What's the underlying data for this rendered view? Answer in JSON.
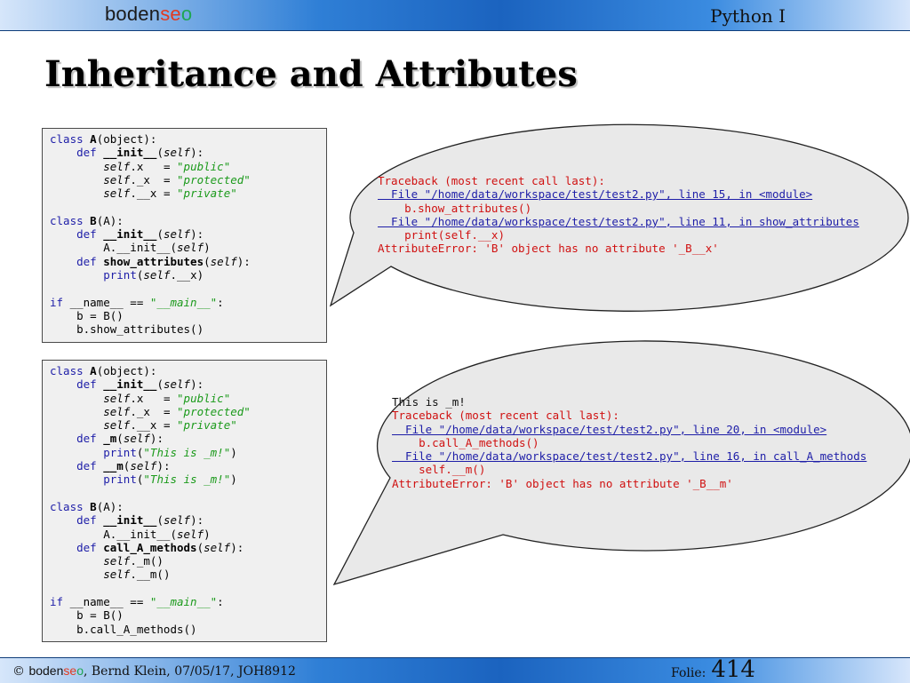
{
  "header": {
    "logo_part1": "boden",
    "logo_part2": "se",
    "logo_part3": "o",
    "title": "Python I"
  },
  "slide": {
    "title": "Inheritance and Attributes"
  },
  "code1": [
    [
      [
        "class ",
        "kw"
      ],
      [
        "A",
        "bo"
      ],
      [
        "(object):",
        ""
      ]
    ],
    [
      [
        "    ",
        ""
      ],
      [
        "def ",
        "kw"
      ],
      [
        "__init__",
        "bo"
      ],
      [
        "(",
        ""
      ],
      [
        "self",
        "it"
      ],
      [
        "):",
        ""
      ]
    ],
    [
      [
        "        ",
        ""
      ],
      [
        "self",
        "it"
      ],
      [
        ".x   = ",
        ""
      ],
      [
        "\"public\"",
        "str"
      ]
    ],
    [
      [
        "        ",
        ""
      ],
      [
        "self",
        "it"
      ],
      [
        "._x  = ",
        ""
      ],
      [
        "\"protected\"",
        "str"
      ]
    ],
    [
      [
        "        ",
        ""
      ],
      [
        "self",
        "it"
      ],
      [
        ".__x = ",
        ""
      ],
      [
        "\"private\"",
        "str"
      ]
    ],
    [
      [
        "",
        ""
      ]
    ],
    [
      [
        "class ",
        "kw"
      ],
      [
        "B",
        "bo"
      ],
      [
        "(A):",
        ""
      ]
    ],
    [
      [
        "    ",
        ""
      ],
      [
        "def ",
        "kw"
      ],
      [
        "__init__",
        "bo"
      ],
      [
        "(",
        ""
      ],
      [
        "self",
        "it"
      ],
      [
        "):",
        ""
      ]
    ],
    [
      [
        "        A.__init__(",
        ""
      ],
      [
        "self",
        "it"
      ],
      [
        ")",
        ""
      ]
    ],
    [
      [
        "    ",
        ""
      ],
      [
        "def ",
        "kw"
      ],
      [
        "show_attributes",
        "bo"
      ],
      [
        "(",
        ""
      ],
      [
        "self",
        "it"
      ],
      [
        "):",
        ""
      ]
    ],
    [
      [
        "        ",
        ""
      ],
      [
        "print",
        "bi"
      ],
      [
        "(",
        ""
      ],
      [
        "self",
        "it"
      ],
      [
        ".__x)",
        ""
      ]
    ],
    [
      [
        "",
        ""
      ]
    ],
    [
      [
        "if ",
        "kw"
      ],
      [
        "__name__ == ",
        ""
      ],
      [
        "\"__main__\"",
        "str"
      ],
      [
        ":",
        ""
      ]
    ],
    [
      [
        "    b = B()",
        ""
      ]
    ],
    [
      [
        "    b.show_attributes()",
        ""
      ]
    ]
  ],
  "code2": [
    [
      [
        "class ",
        "kw"
      ],
      [
        "A",
        "bo"
      ],
      [
        "(object):",
        ""
      ]
    ],
    [
      [
        "    ",
        ""
      ],
      [
        "def ",
        "kw"
      ],
      [
        "__init__",
        "bo"
      ],
      [
        "(",
        ""
      ],
      [
        "self",
        "it"
      ],
      [
        "):",
        ""
      ]
    ],
    [
      [
        "        ",
        ""
      ],
      [
        "self",
        "it"
      ],
      [
        ".x   = ",
        ""
      ],
      [
        "\"public\"",
        "str"
      ]
    ],
    [
      [
        "        ",
        ""
      ],
      [
        "self",
        "it"
      ],
      [
        "._x  = ",
        ""
      ],
      [
        "\"protected\"",
        "str"
      ]
    ],
    [
      [
        "        ",
        ""
      ],
      [
        "self",
        "it"
      ],
      [
        ".__x = ",
        ""
      ],
      [
        "\"private\"",
        "str"
      ]
    ],
    [
      [
        "    ",
        ""
      ],
      [
        "def ",
        "kw"
      ],
      [
        "_m",
        "bo"
      ],
      [
        "(",
        ""
      ],
      [
        "self",
        "it"
      ],
      [
        "):",
        ""
      ]
    ],
    [
      [
        "        ",
        ""
      ],
      [
        "print",
        "bi"
      ],
      [
        "(",
        ""
      ],
      [
        "\"This is _m!\"",
        "str"
      ],
      [
        ")",
        ""
      ]
    ],
    [
      [
        "    ",
        ""
      ],
      [
        "def ",
        "kw"
      ],
      [
        "__m",
        "bo"
      ],
      [
        "(",
        ""
      ],
      [
        "self",
        "it"
      ],
      [
        "):",
        ""
      ]
    ],
    [
      [
        "        ",
        ""
      ],
      [
        "print",
        "bi"
      ],
      [
        "(",
        ""
      ],
      [
        "\"This is _m!\"",
        "str"
      ],
      [
        ")",
        ""
      ]
    ],
    [
      [
        "",
        ""
      ]
    ],
    [
      [
        "class ",
        "kw"
      ],
      [
        "B",
        "bo"
      ],
      [
        "(A):",
        ""
      ]
    ],
    [
      [
        "    ",
        ""
      ],
      [
        "def ",
        "kw"
      ],
      [
        "__init__",
        "bo"
      ],
      [
        "(",
        ""
      ],
      [
        "self",
        "it"
      ],
      [
        "):",
        ""
      ]
    ],
    [
      [
        "        A.__init__(",
        ""
      ],
      [
        "self",
        "it"
      ],
      [
        ")",
        ""
      ]
    ],
    [
      [
        "    ",
        ""
      ],
      [
        "def ",
        "kw"
      ],
      [
        "call_A_methods",
        "bo"
      ],
      [
        "(",
        ""
      ],
      [
        "self",
        "it"
      ],
      [
        "):",
        ""
      ]
    ],
    [
      [
        "        ",
        ""
      ],
      [
        "self",
        "it"
      ],
      [
        "._m()",
        ""
      ]
    ],
    [
      [
        "        ",
        ""
      ],
      [
        "self",
        "it"
      ],
      [
        ".__m()",
        ""
      ]
    ],
    [
      [
        "",
        ""
      ]
    ],
    [
      [
        "if ",
        "kw"
      ],
      [
        "__name__ == ",
        ""
      ],
      [
        "\"__main__\"",
        "str"
      ],
      [
        ":",
        ""
      ]
    ],
    [
      [
        "    b = B()",
        ""
      ]
    ],
    [
      [
        "    b.call_A_methods()",
        ""
      ]
    ]
  ],
  "traceback1": [
    {
      "text": "Traceback (most recent call last):",
      "style": "red"
    },
    {
      "text": "  File \"/home/data/workspace/test/test2.py\", line 15, in <module>",
      "style": "blue"
    },
    {
      "text": "    b.show_attributes()",
      "style": "red"
    },
    {
      "text": "  File \"/home/data/workspace/test/test2.py\", line 11, in show_attributes",
      "style": "blue"
    },
    {
      "text": "    print(self.__x)",
      "style": "red"
    },
    {
      "text": "AttributeError: 'B' object has no attribute '_B__x'",
      "style": "red"
    }
  ],
  "traceback2": [
    {
      "text": "This is _m!",
      "style": "black"
    },
    {
      "text": "Traceback (most recent call last):",
      "style": "red"
    },
    {
      "text": "  File \"/home/data/workspace/test/test2.py\", line 20, in <module>",
      "style": "blue"
    },
    {
      "text": "    b.call_A_methods()",
      "style": "red"
    },
    {
      "text": "  File \"/home/data/workspace/test/test2.py\", line 16, in call_A_methods",
      "style": "blue"
    },
    {
      "text": "    self.__m()",
      "style": "red"
    },
    {
      "text": "AttributeError: 'B' object has no attribute '_B__m'",
      "style": "red"
    }
  ],
  "footer": {
    "copyright": "©",
    "logo_part1": "boden",
    "logo_part2": "se",
    "logo_part3": "o",
    "author": ", Bernd Klein, 07/05/17, JOH8912",
    "folie_label": "Folie:",
    "page_number": "414"
  },
  "colors": {
    "keyword": "#1e1ea8",
    "string": "#1b9a1b",
    "error_red": "#d01010",
    "link_blue": "#1e1ea8",
    "code_bg": "#f0f0f0",
    "bubble_bg": "#e9e9e9"
  }
}
